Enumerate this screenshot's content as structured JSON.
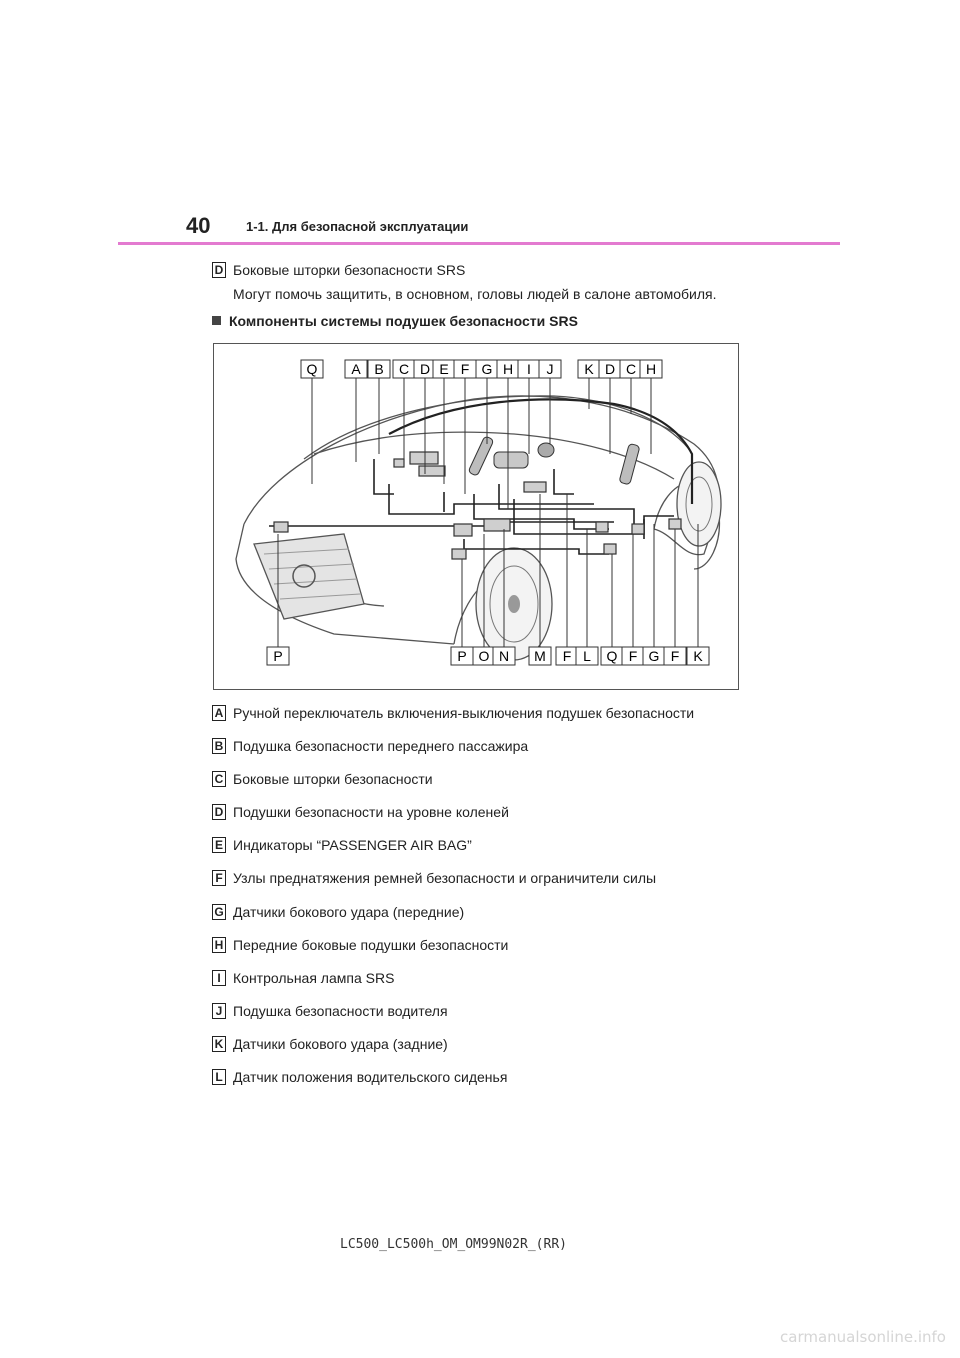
{
  "header": {
    "page_number": "40",
    "section_title": "1-1. Для безопасной эксплуатации"
  },
  "intro": {
    "letter": "D",
    "line1": "Боковые шторки безопасности SRS",
    "line2": "Могут помочь защитить, в основном, головы людей в салоне автомобиля."
  },
  "subheading": "Компоненты системы подушек безопасности SRS",
  "figure": {
    "top_labels": [
      "Q",
      "A",
      "B",
      "C",
      "D",
      "E",
      "F",
      "G",
      "H",
      "I",
      "J",
      "K",
      "D",
      "C",
      "H"
    ],
    "bottom_labels": [
      "P",
      "P",
      "O",
      "N",
      "M",
      "F",
      "L",
      "Q",
      "F",
      "G",
      "F",
      "K"
    ]
  },
  "legend": [
    {
      "letter": "A",
      "text": "Ручной переключатель включения-выключения подушек безопасности"
    },
    {
      "letter": "B",
      "text": "Подушка безопасности переднего пассажира"
    },
    {
      "letter": "C",
      "text": "Боковые шторки безопасности"
    },
    {
      "letter": "D",
      "text": "Подушки безопасности на уровне коленей"
    },
    {
      "letter": "E",
      "text": "Индикаторы “PASSENGER AIR BAG”"
    },
    {
      "letter": "F",
      "text": "Узлы преднатяжения ремней безопасности и ограничители силы"
    },
    {
      "letter": "G",
      "text": "Датчики бокового удара (передние)"
    },
    {
      "letter": "H",
      "text": "Передние боковые подушки безопасности"
    },
    {
      "letter": "I",
      "text": "Контрольная лампа SRS"
    },
    {
      "letter": "J",
      "text": "Подушка безопасности водителя"
    },
    {
      "letter": "K",
      "text": "Датчики бокового удара (задние)"
    },
    {
      "letter": "L",
      "text": "Датчик положения водительского сиденья"
    }
  ],
  "footer": "LC500_LC500h_OM_OM99N02R_(RR)",
  "watermark": "carmanualsonline.info",
  "colors": {
    "header_rule": "#e37ad0"
  }
}
